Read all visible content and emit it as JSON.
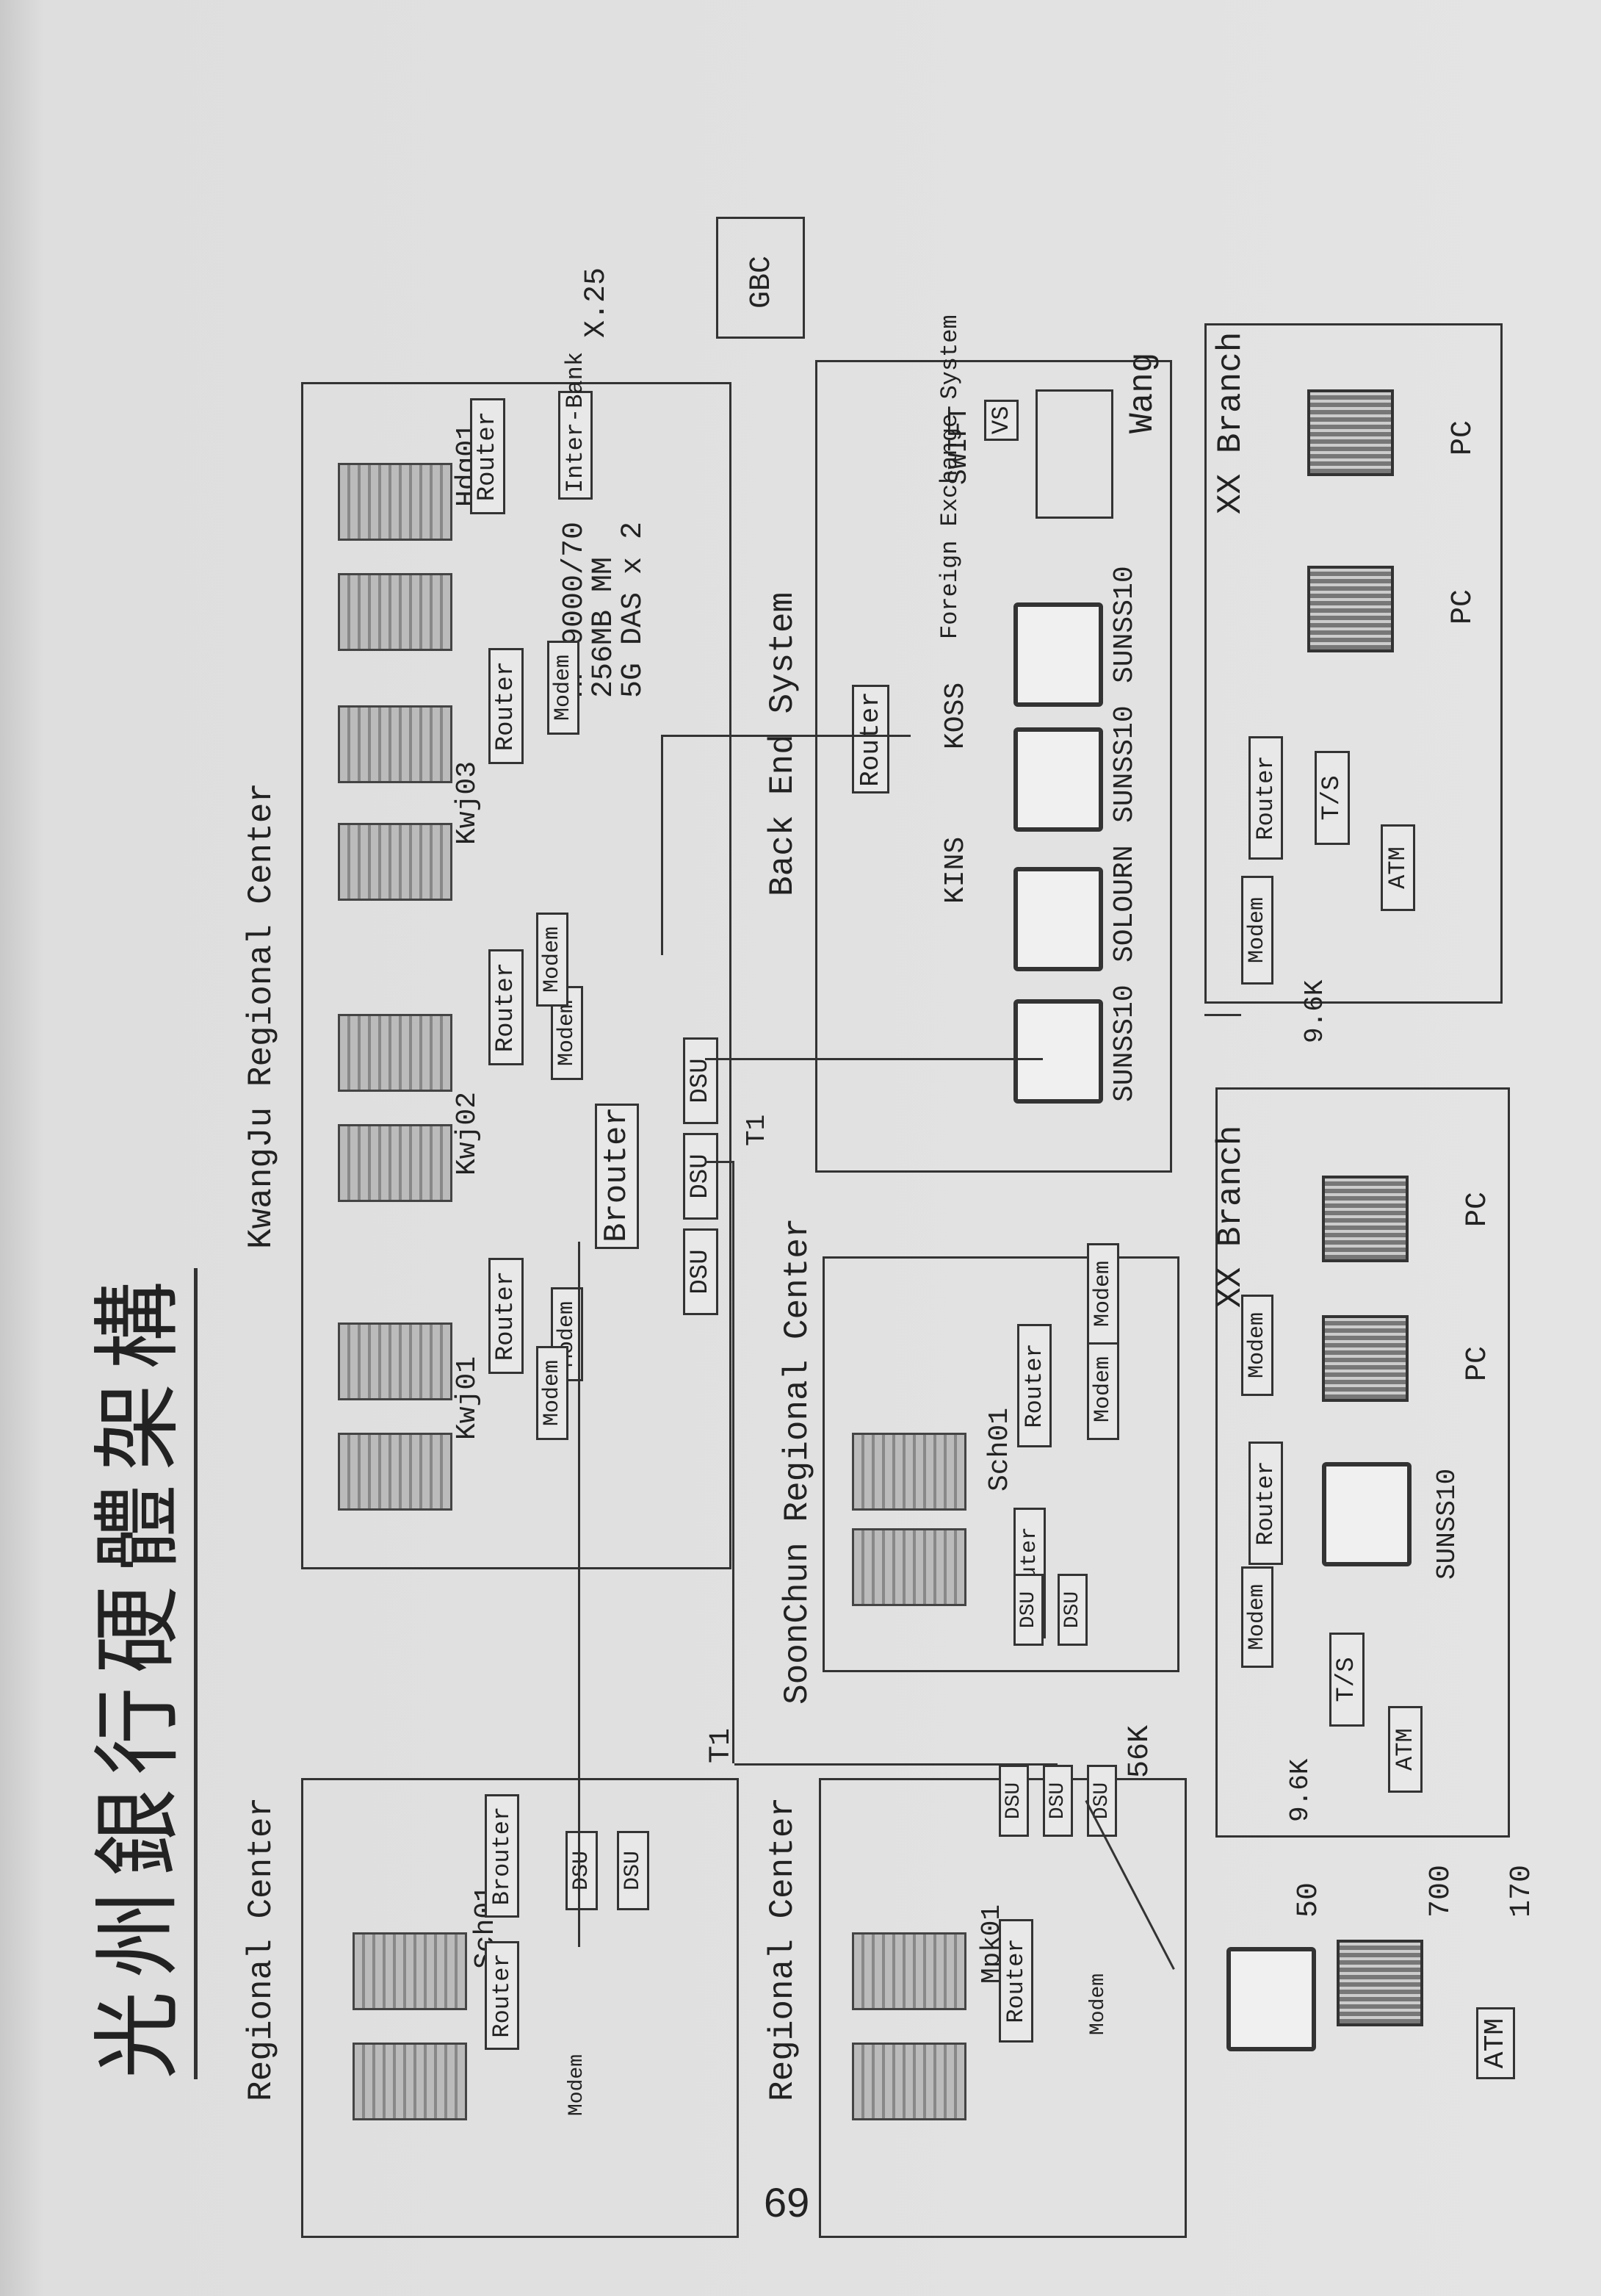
{
  "page_title": "光州銀行硬體架構",
  "page_number": "69",
  "kwangju": {
    "title": "KwangJu Regional Center",
    "hosts": [
      "Kwj01",
      "Kwj02",
      "Kwj03",
      "Hdq01"
    ],
    "spec": [
      "HP 9000/70",
      "256MB MM",
      "5G DAS x 2"
    ],
    "router": "Brouter",
    "dsu": [
      "DSU",
      "DSU",
      "DSU"
    ],
    "interbank": "Inter-Bank",
    "x25": "X.25",
    "gbc": "GBC",
    "t1": "T1"
  },
  "backend": {
    "title": "Back End System",
    "router": "Router",
    "systems": [
      "KINS",
      "KOSS",
      "Foreign Exchange System",
      "SWIFT"
    ],
    "vs": "VS",
    "wang": "Wang",
    "machines": [
      "SUNSS10",
      "SOLOURN",
      "SUNSS10",
      "SUNSS10"
    ]
  },
  "soonchun": {
    "title": "SoonChun Regional Center",
    "host": "Sch01",
    "router": "Brouter",
    "router2": "Router",
    "modem": "Modem",
    "dsu": "DSU"
  },
  "regional1": {
    "title": "Regional Center",
    "host": "Sch01",
    "brouter": "Brouter",
    "router": "Router",
    "modem_label": "Modem",
    "dsu": "DSU"
  },
  "regional2": {
    "title": "Regional Center",
    "host": "Mpk01",
    "router": "Router",
    "modem": "Modem",
    "dsu": "DSU",
    "t1": "T1",
    "k56": "56K"
  },
  "branch_top": {
    "title": "XX Branch",
    "pc": "PC",
    "ts": "T/S",
    "atm": "ATM",
    "router": "Router",
    "modem": "Modem",
    "speed": "9.6K"
  },
  "branch_bottom": {
    "title": "XX Branch",
    "pc": "PC",
    "sunss": "SUNSS10",
    "ts": "T/S",
    "atm": "ATM",
    "router": "Router",
    "modem": "Modem",
    "speed": "9.6K"
  },
  "legend": {
    "n50": "50",
    "n700": "700",
    "atm": "ATM",
    "n170": "170"
  }
}
